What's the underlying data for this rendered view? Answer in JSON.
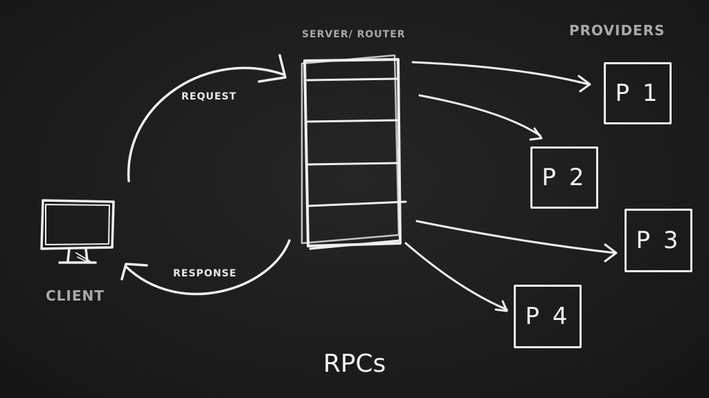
{
  "title": "RPCs",
  "labels": {
    "server_router": "SERVER/ ROUTER",
    "providers": "PROVIDERS",
    "request": "REQUEST",
    "response": "RESPONSE",
    "client": "CLIENT"
  },
  "providers": [
    {
      "label": "P 1"
    },
    {
      "label": "P 2"
    },
    {
      "label": "P 3"
    },
    {
      "label": "P 4"
    }
  ],
  "colors": {
    "background": "#1e1e1e",
    "chalk": "#efefef",
    "chalk_dim": "#a9a9a9"
  }
}
